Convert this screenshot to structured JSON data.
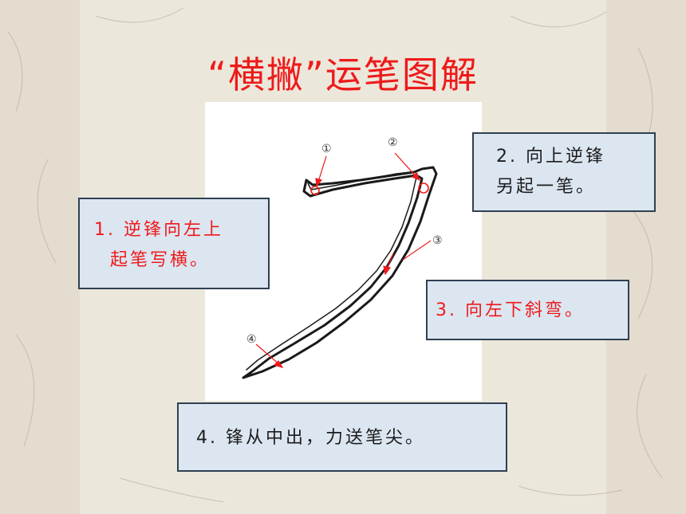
{
  "slide": {
    "title": "“横撇”运笔图解",
    "title_color": "#ee1a1a",
    "background_color": "#ece7db"
  },
  "stroke_diagram": {
    "step_markers": [
      "①",
      "②",
      "③",
      "④"
    ]
  },
  "notes": [
    {
      "line1": "1. 逆锋向左上",
      "line2": "起笔写横。",
      "color": "#ee1a1a"
    },
    {
      "line1": "2. 向上逆锋",
      "line2": "另起一笔。",
      "color": "#1c1c1c"
    },
    {
      "line1": "3. 向左下斜弯。",
      "color": "#ee1a1a"
    },
    {
      "line1": "4. 锋从中出，力送笔尖。",
      "color": "#1c1c1c"
    }
  ]
}
